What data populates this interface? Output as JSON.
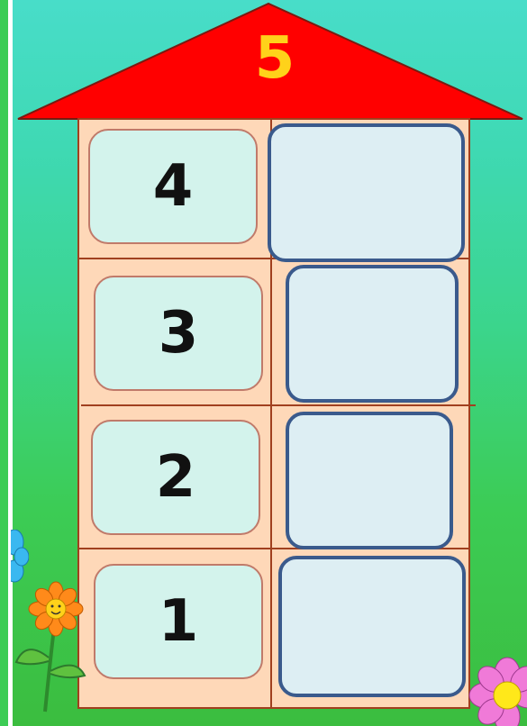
{
  "roof": {
    "number": "5"
  },
  "rows": [
    {
      "left": "4",
      "right": ""
    },
    {
      "left": "3",
      "right": ""
    },
    {
      "left": "2",
      "right": ""
    },
    {
      "left": "1",
      "right": ""
    }
  ],
  "colors": {
    "roof": "#ff0000",
    "roof_number": "#ffd21a",
    "house_fill": "#fed8b8",
    "house_lines": "#a0401f",
    "left_box_fill": "#d3f3ec",
    "right_box_fill": "#ddeef3",
    "right_box_border": "#3a5a8c"
  },
  "icons": [
    "smiley-orange-flower-icon",
    "pink-flower-icon",
    "blue-flower-icon"
  ]
}
